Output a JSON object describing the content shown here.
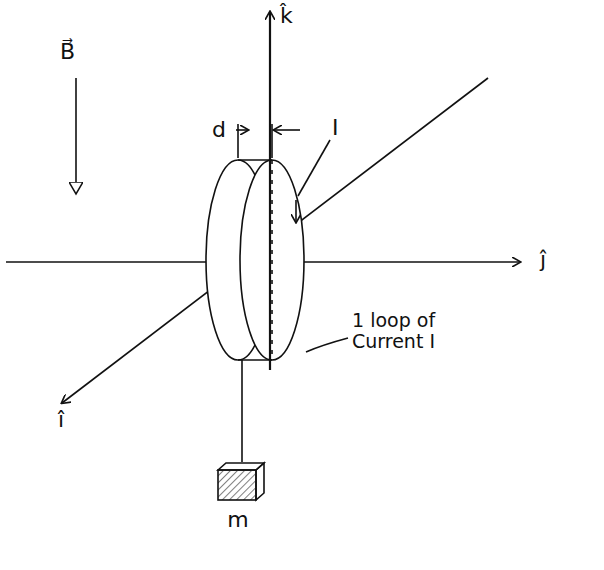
{
  "diagram": {
    "nodes": [
      {
        "text": [
          "m"
        ]
      }
    ],
    "labels": [
      "k̂",
      "ĵ",
      "î",
      "B⃗",
      "d",
      "I",
      "1 loop of Current I"
    ]
  }
}
